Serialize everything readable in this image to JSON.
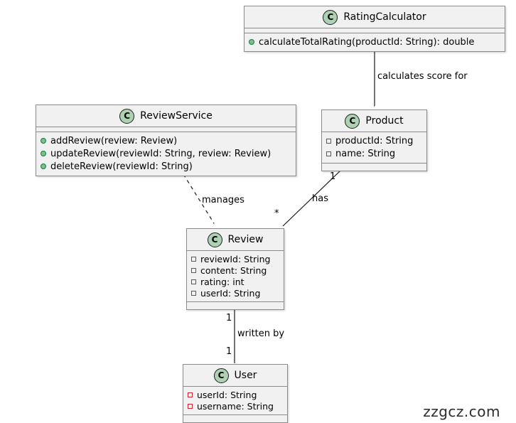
{
  "watermark": "zzgcz.com",
  "colors": {
    "box_fill": "#f1f1f1",
    "box_border": "#8a8a8a",
    "class_circle_fill": "#add1b2",
    "method_bullet_fill": "#84be84",
    "method_bullet_border": "#038048",
    "field_bullet_border": "#c82930",
    "edge_color": "#181818"
  },
  "classes": [
    {
      "letter": "C",
      "name": "RatingCalculator",
      "fields": [],
      "methods": [
        "calculateTotalRating(productId: String): double"
      ]
    },
    {
      "letter": "C",
      "name": "ReviewService",
      "fields": [],
      "methods": [
        "addReview(review: Review)",
        "updateReview(reviewId: String, review: Review)",
        "deleteReview(reviewId: String)"
      ]
    },
    {
      "letter": "C",
      "name": "Product",
      "fields": [
        "productId: String",
        "name: String"
      ],
      "methods": []
    },
    {
      "letter": "C",
      "name": "Review",
      "fields": [
        "reviewId: String",
        "content: String",
        "rating: int",
        "userId: String"
      ],
      "methods": []
    },
    {
      "letter": "C",
      "name": "User",
      "fields": [
        "userId: String",
        "username: String"
      ],
      "methods": []
    }
  ],
  "relations": [
    {
      "from": "RatingCalculator",
      "to": "Product",
      "label": "calculates score for",
      "style": "solid-arrow"
    },
    {
      "from": "ReviewService",
      "to": "Review",
      "label": "manages",
      "style": "dashed-arrow"
    },
    {
      "from": "Review",
      "to": "Product",
      "label": "has",
      "style": "solid-arrow",
      "source_multiplicity": "*",
      "target_multiplicity": "1"
    },
    {
      "from": "Review",
      "to": "User",
      "label": "written by",
      "style": "solid-line",
      "source_multiplicity": "1",
      "target_multiplicity": "1"
    }
  ]
}
